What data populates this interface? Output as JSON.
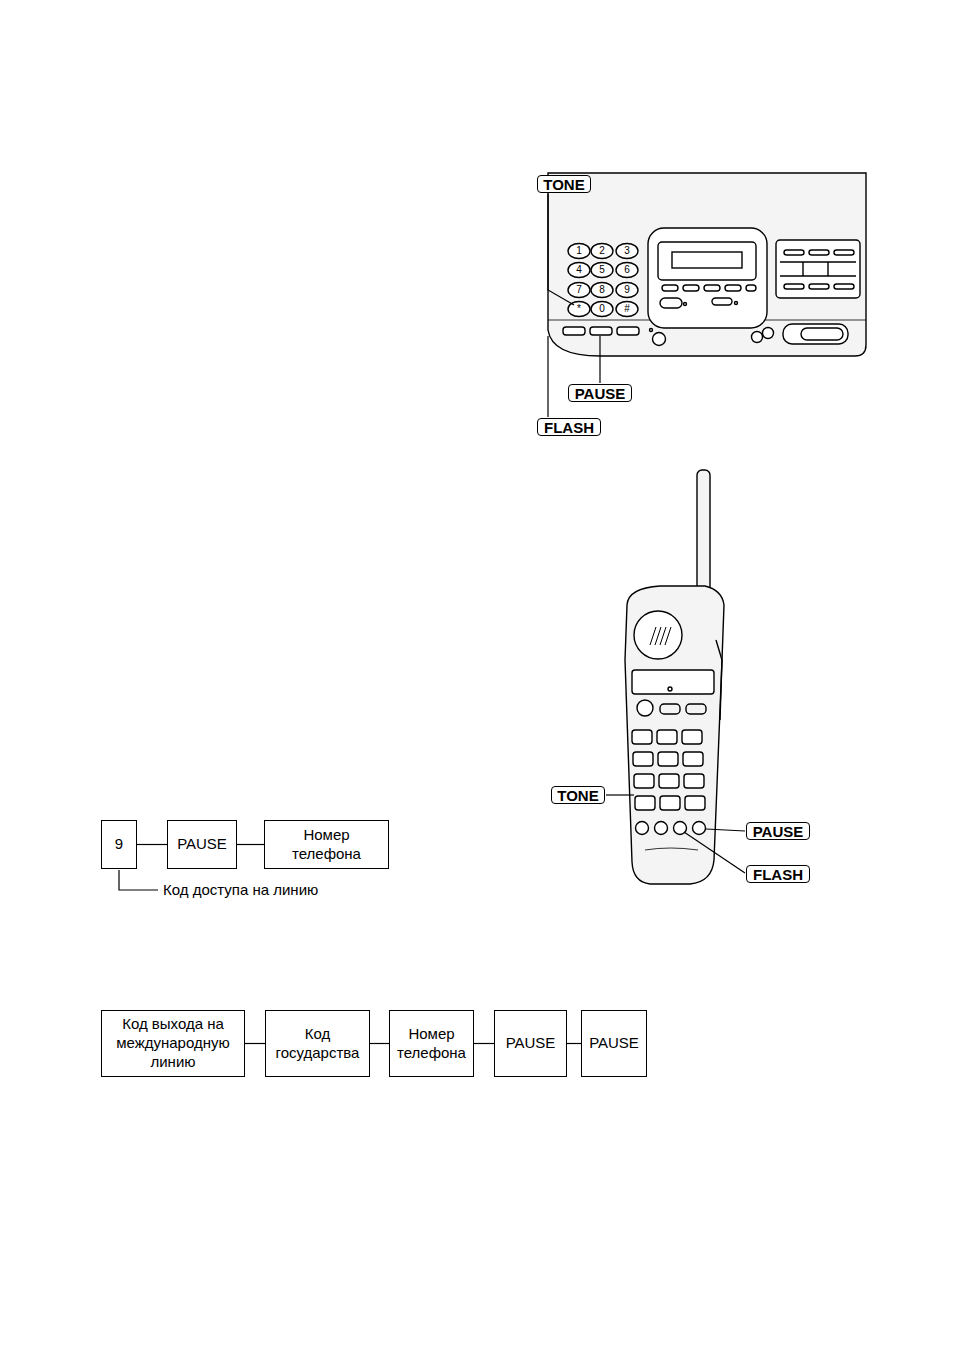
{
  "diagram": {
    "nodes": [
      {
        "text": [
          "TONE"
        ]
      },
      {
        "text": [
          "PAUSE"
        ]
      },
      {
        "text": [
          "FLASH"
        ]
      },
      {
        "text": [
          "TONE"
        ]
      },
      {
        "text": [
          "PAUSE"
        ]
      },
      {
        "text": [
          "9"
        ]
      },
      {
        "text": [
          "PAUSE"
        ]
      },
      {
        "text": [
          "Номер телефона"
        ]
      },
      {
        "text": [
          "FLASH"
        ]
      },
      {
        "text": [
          "Код выхода на международную линию"
        ]
      },
      {
        "text": [
          "Код государства"
        ]
      },
      {
        "text": [
          "Номер телефона"
        ]
      },
      {
        "text": [
          "PAUSE"
        ]
      },
      {
        "text": [
          "PAUSE"
        ]
      }
    ],
    "edges": [
      {
        "from": 5,
        "to": 6,
        "arrow": "none"
      },
      {
        "from": 6,
        "to": 7,
        "arrow": "none"
      },
      {
        "from": 9,
        "to": 10,
        "arrow": "none"
      },
      {
        "from": 10,
        "to": 11,
        "arrow": "none"
      },
      {
        "from": 11,
        "to": 12,
        "arrow": "none"
      },
      {
        "from": 12,
        "to": 13,
        "arrow": "none"
      }
    ],
    "labels": [
      "1",
      "2",
      "3",
      "4",
      "5",
      "6",
      "7",
      "8",
      "9",
      "*",
      "0",
      "#",
      "Код доступа на линию"
    ]
  }
}
